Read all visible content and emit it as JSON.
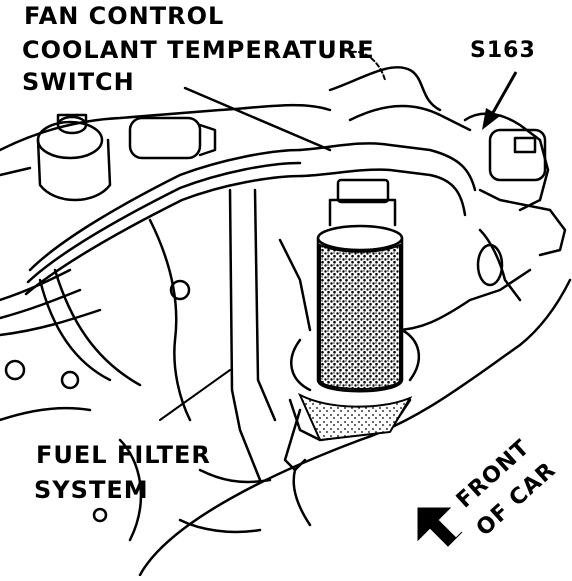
{
  "labels": {
    "fan_control_line1": "FAN CONTROL",
    "fan_control_line2": "COOLANT TEMPERATURE",
    "fan_control_line3": "SWITCH",
    "s163": "S163",
    "fuel_filter_line1": "FUEL FILTER",
    "fuel_filter_line2": "SYSTEM",
    "front_line1": "FRONT",
    "front_line2": "OF CAR"
  },
  "colors": {
    "ink": "#000000",
    "paper": "#ffffff"
  },
  "icons": {
    "front_arrow": "front-of-car-arrow-icon",
    "pointer_arrow": "s163-pointer-arrow-icon"
  }
}
